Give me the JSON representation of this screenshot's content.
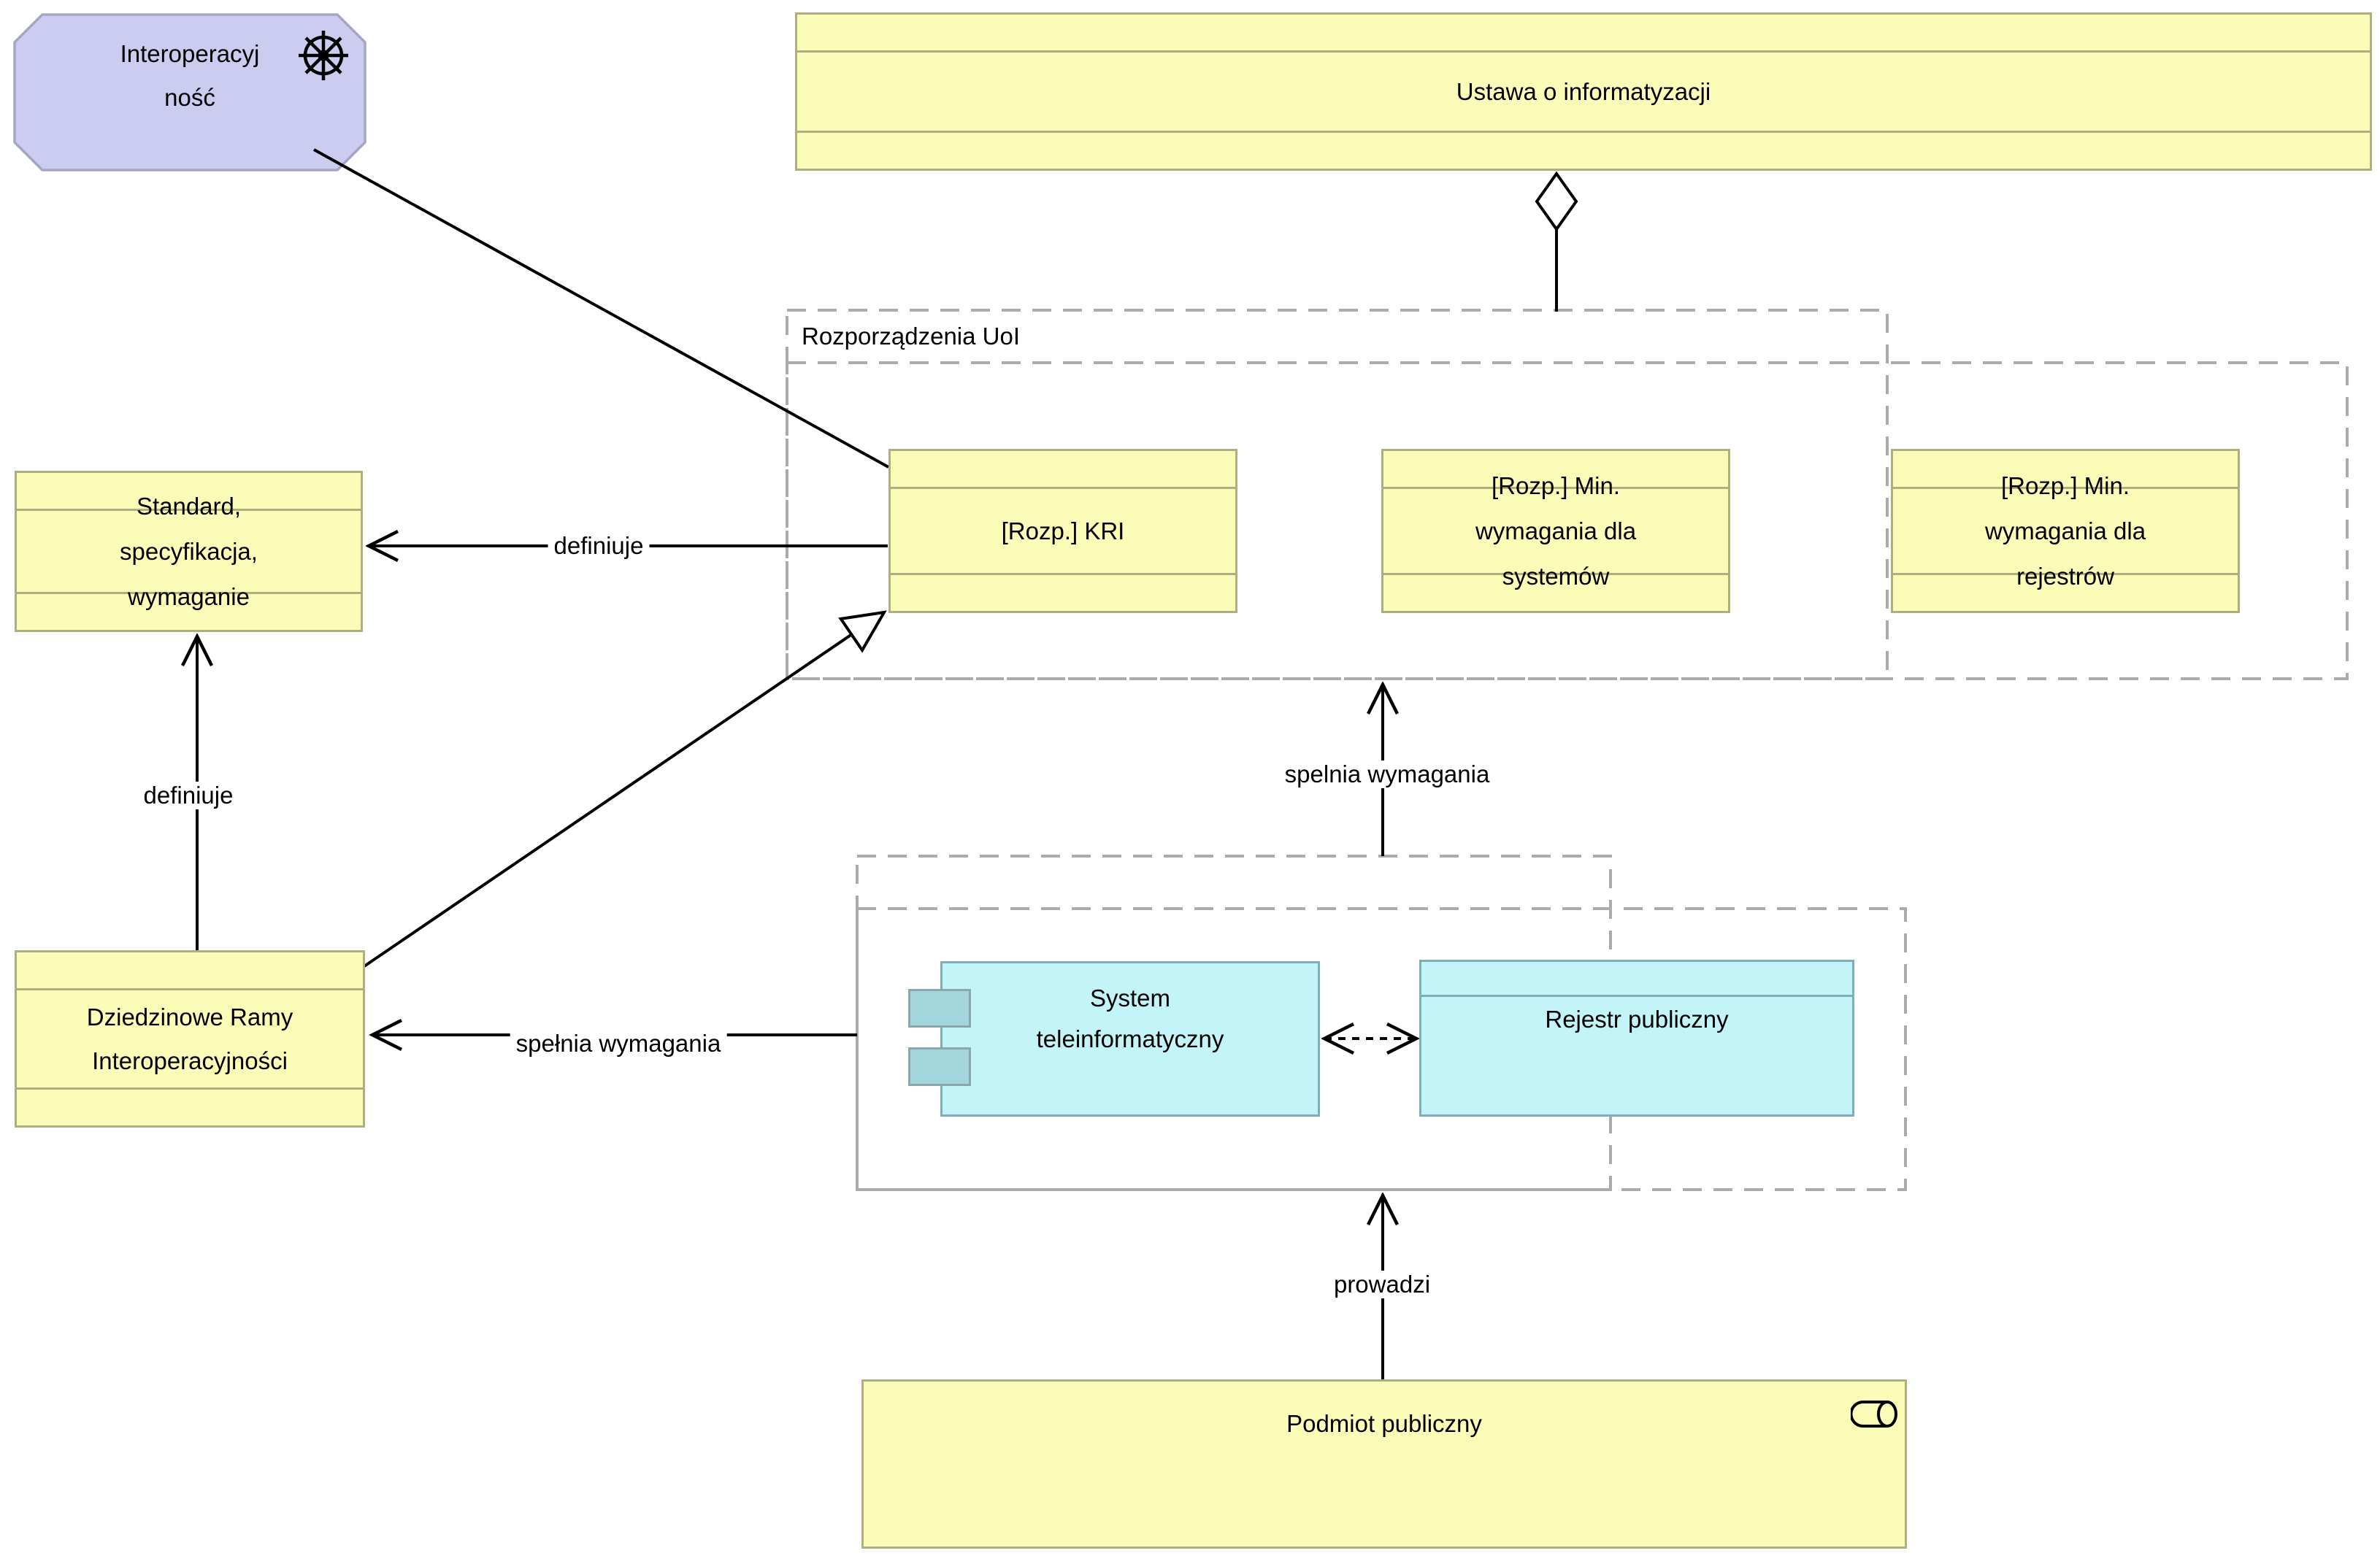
{
  "nodes": {
    "driver": {
      "label": "Interoperacyjność",
      "type": "driver"
    },
    "ustawa": {
      "label": "Ustawa o informatyzacji",
      "type": "business-object"
    },
    "group_rozporzadzenia": {
      "label": "Rozporządzenia UoI",
      "type": "grouping"
    },
    "kri": {
      "label": "[Rozp.] KRI",
      "type": "business-object"
    },
    "min_systemy": {
      "label": "[Rozp.] Min. wymagania dla systemów",
      "type": "business-object"
    },
    "min_rejestry": {
      "label": "[Rozp.] Min. wymagania dla rejestrów",
      "type": "business-object"
    },
    "standard": {
      "label": "Standard, specyfikacja, wymaganie",
      "type": "business-object"
    },
    "ramy": {
      "label": "Dziedzinowe Ramy Interoperacyjności",
      "type": "business-object"
    },
    "system": {
      "label": "System teleinformatyczny",
      "type": "application-component"
    },
    "rejestr": {
      "label": "Rejestr publiczny",
      "type": "data-object"
    },
    "podmiot": {
      "label": "Podmiot publiczny",
      "type": "business-role"
    }
  },
  "edges": {
    "kri_definiuje_standard": {
      "label": "definiuje"
    },
    "ramy_definiuje_standard": {
      "label": "definiuje"
    },
    "system_spelnia_ramy": {
      "label": "spełnia wymagania"
    },
    "system_spelnia_rozporzadzenia": {
      "label": "spelnia wymagania"
    },
    "podmiot_prowadzi": {
      "label": "prowadzi"
    }
  },
  "colors": {
    "business_fill": "#FCFCB9",
    "business_border": "#AEAE7E",
    "motivation_fill": "#CCCCF0",
    "motivation_border": "#A5A5C5",
    "application_fill": "#C3F4F7",
    "application_border": "#7FAEB6",
    "group_border": "#ABABAB",
    "connector": "#000000"
  }
}
